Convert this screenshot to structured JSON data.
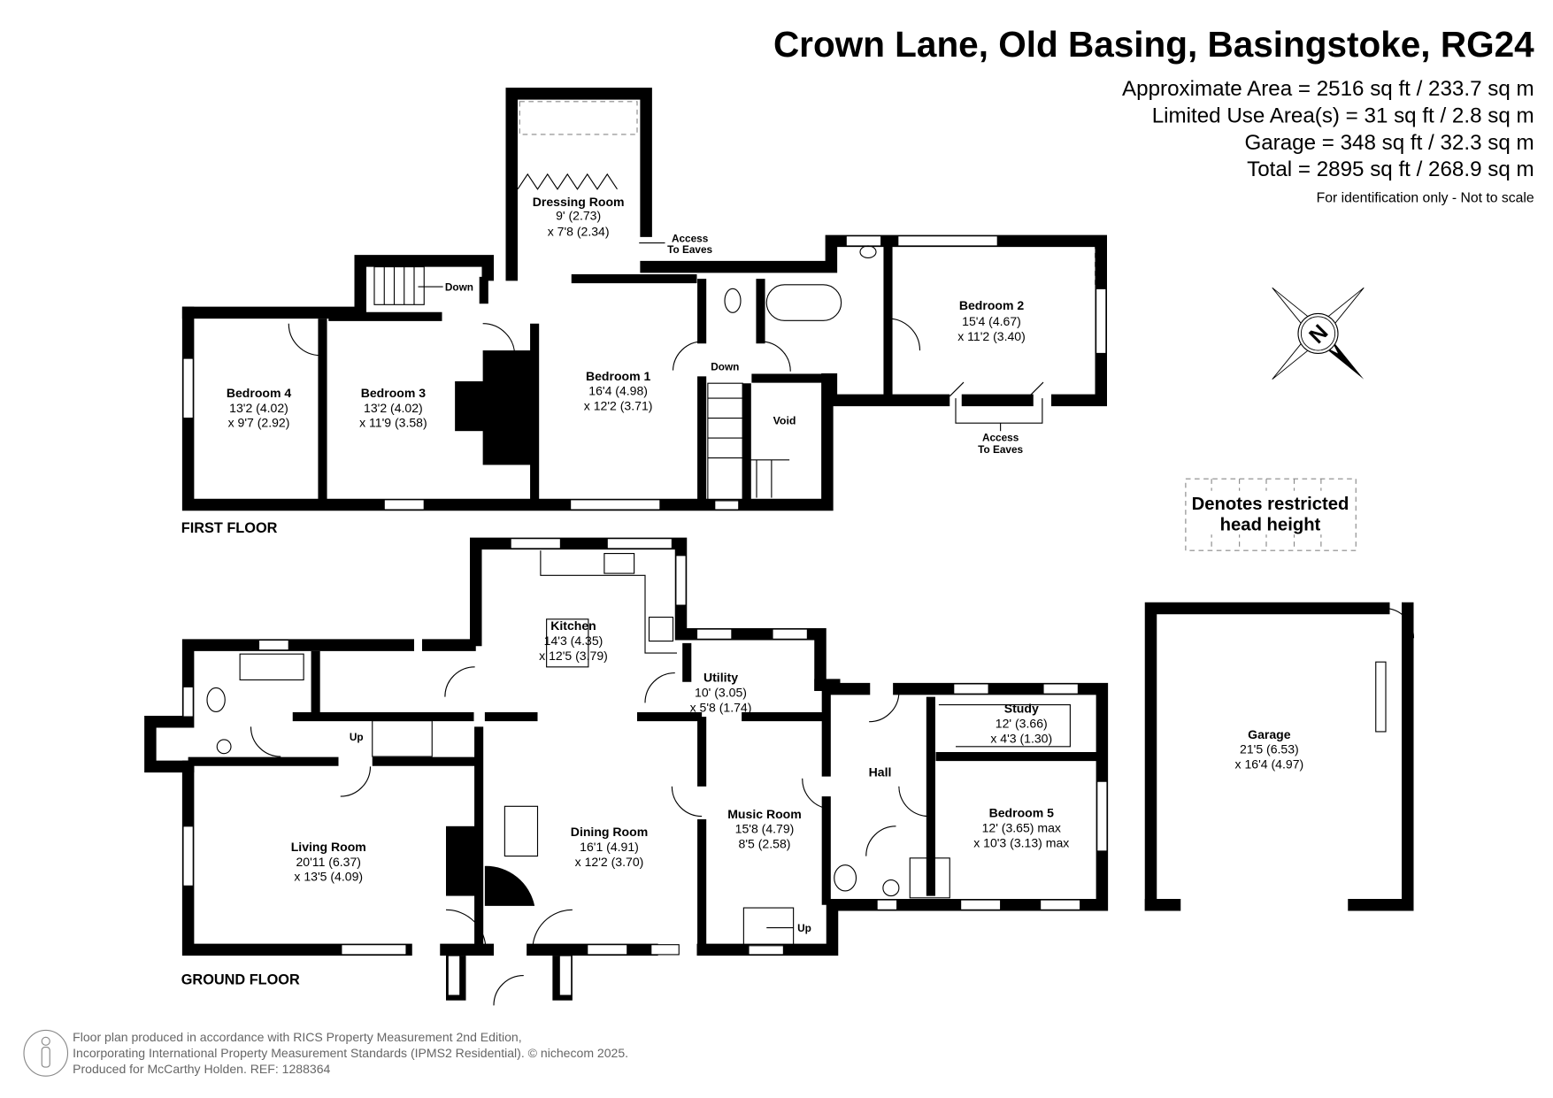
{
  "header": {
    "title": "Crown Lane, Old Basing, Basingstoke, RG24",
    "areas": [
      "Approximate Area = 2516 sq ft / 233.7 sq m",
      "Limited Use Area(s) = 31 sq ft / 2.8 sq m",
      "Garage = 348 sq ft / 32.3 sq m",
      "Total = 2895 sq ft / 268.9 sq m"
    ],
    "disclaimer": "For identification only - Not to scale"
  },
  "first_floor": {
    "label": "FIRST FLOOR",
    "rooms": [
      {
        "name": "Dressing Room",
        "dims": [
          "9' (2.73)",
          "x 7'8 (2.34)"
        ]
      },
      {
        "name": "Bedroom 4",
        "dims": [
          "13'2 (4.02)",
          "x 9'7 (2.92)"
        ]
      },
      {
        "name": "Bedroom 3",
        "dims": [
          "13'2 (4.02)",
          "x 11'9 (3.58)"
        ]
      },
      {
        "name": "Bedroom 1",
        "dims": [
          "16'4 (4.98)",
          "x 12'2 (3.71)"
        ]
      },
      {
        "name": "Bedroom 2",
        "dims": [
          "15'4 (4.67)",
          "x 11'2 (3.40)"
        ]
      },
      {
        "name": "Void",
        "dims": []
      }
    ],
    "annotations": {
      "down_1": "Down",
      "down_2": "Down",
      "eaves_1": [
        "Access",
        "To Eaves"
      ],
      "eaves_2": [
        "Access",
        "To Eaves"
      ]
    }
  },
  "ground_floor": {
    "label": "GROUND FLOOR",
    "rooms": [
      {
        "name": "Kitchen",
        "dims": [
          "14'3 (4.35)",
          "x 12'5 (3.79)"
        ]
      },
      {
        "name": "Utility",
        "dims": [
          "10' (3.05)",
          "x 5'8 (1.74)"
        ]
      },
      {
        "name": "Living Room",
        "dims": [
          "20'11 (6.37)",
          "x 13'5 (4.09)"
        ]
      },
      {
        "name": "Dining Room",
        "dims": [
          "16'1 (4.91)",
          "x 12'2 (3.70)"
        ]
      },
      {
        "name": "Music Room",
        "dims": [
          "15'8 (4.79)",
          "8'5 (2.58)"
        ]
      },
      {
        "name": "Hall",
        "dims": []
      },
      {
        "name": "Study",
        "dims": [
          "12' (3.66)",
          "x 4'3 (1.30)"
        ]
      },
      {
        "name": "Bedroom 5",
        "dims": [
          "12' (3.65) max",
          "x 10'3 (3.13) max"
        ]
      },
      {
        "name": "Garage",
        "dims": [
          "21'5 (6.53)",
          "x 16'4 (4.97)"
        ]
      }
    ],
    "annotations": {
      "up_1": "Up",
      "up_2": "Up"
    }
  },
  "legend": {
    "restricted": [
      "Denotes restricted",
      "head height"
    ]
  },
  "compass": {
    "letter": "N"
  },
  "footer": {
    "lines": [
      "Floor plan produced in accordance with RICS Property Measurement 2nd Edition,",
      "Incorporating International Property Measurement Standards (IPMS2 Residential).   © nichecom 2025.",
      "Produced for McCarthy Holden.   REF:  1288364"
    ]
  }
}
